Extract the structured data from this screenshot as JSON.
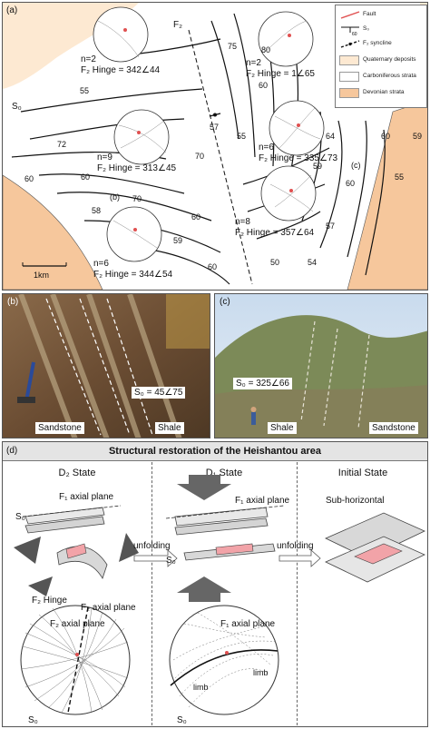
{
  "panel_a": {
    "letter": "(a)",
    "fault_label": "F₂",
    "s0_label": "S₀",
    "scale_label": "1km",
    "dips": [
      "55",
      "72",
      "60",
      "58",
      "70",
      "60",
      "59",
      "60",
      "75",
      "80",
      "60",
      "57",
      "70",
      "55",
      "64",
      "60",
      "59",
      "57",
      "50",
      "54",
      "60",
      "59",
      "55",
      "60"
    ],
    "hinges": [
      {
        "n": "n=2",
        "text": "F₂ Hinge = 342∠44"
      },
      {
        "n": "n=2",
        "text": "F₂ Hinge = 1∠65"
      },
      {
        "n": "n=9",
        "text": "F₂ Hinge = 313∠45"
      },
      {
        "n": "n=6",
        "text": "F₂ Hinge = 335∠73"
      },
      {
        "n": "n=8",
        "text": "F₂ Hinge = 357∠64"
      },
      {
        "n": "n=6",
        "text": "F₂ Hinge = 344∠54"
      }
    ],
    "site_b": "(b)",
    "site_c": "(c)",
    "legend": [
      {
        "label": "Fault",
        "color": "#e05050"
      },
      {
        "label": "S₀",
        "value": "60"
      },
      {
        "label": "F₂ syncline"
      },
      {
        "label": "Quaternary deposits",
        "color": "#fde9d2"
      },
      {
        "label": "Carboniferous strata",
        "color": "#ffffff"
      },
      {
        "label": "Devonian strata",
        "color": "#f6c79c"
      }
    ]
  },
  "panel_b": {
    "letter": "(b)",
    "s0": "S₀ = 45∠75",
    "left": "Sandstone",
    "right": "Shale"
  },
  "panel_c": {
    "letter": "(c)",
    "s0": "S₀ = 325∠66",
    "left": "Shale",
    "right": "Sandstone"
  },
  "panel_d": {
    "letter": "(d)",
    "title": "Structural restoration of the Heishantou area",
    "states": [
      "D₂ State",
      "D₁ State",
      "Initial State"
    ],
    "d2": {
      "f1_axial": "F₁ axial plane",
      "s0": "S₀",
      "hinge": "F₂ Hinge",
      "f2_axial": "F₂ axial plane",
      "f2_axial_net": "F₂ axial plane",
      "s0_net": "S₀"
    },
    "d1": {
      "f1_axial": "F₁ axial plane",
      "s0": "S₀",
      "f1_axial_net": "F₁ axial plane",
      "limb1": "limb",
      "limb2": "limb",
      "s0_net": "S₀"
    },
    "initial": {
      "label": "Sub-horizontal"
    },
    "arrow1": "unfolding",
    "arrow2": "unfolding"
  }
}
